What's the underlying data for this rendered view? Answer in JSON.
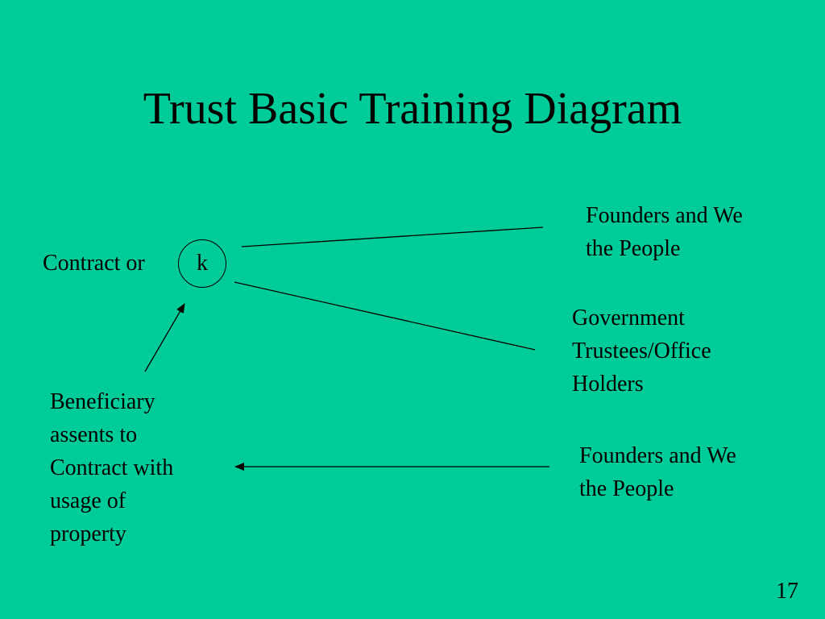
{
  "slide": {
    "title": "Trust Basic Training Diagram",
    "page_number": "17",
    "background_color": "#00CC99",
    "text_color": "#000000"
  },
  "diagram": {
    "contract_label": "Contract or",
    "circle_label": "k",
    "founders_top": [
      "Founders and We",
      "the People"
    ],
    "government": [
      "Government",
      "Trustees/Office",
      "Holders"
    ],
    "founders_bottom": [
      "Founders and We",
      "the People"
    ],
    "beneficiary": [
      "Beneficiary",
      "assents to",
      "Contract with",
      "usage of",
      "property"
    ]
  }
}
